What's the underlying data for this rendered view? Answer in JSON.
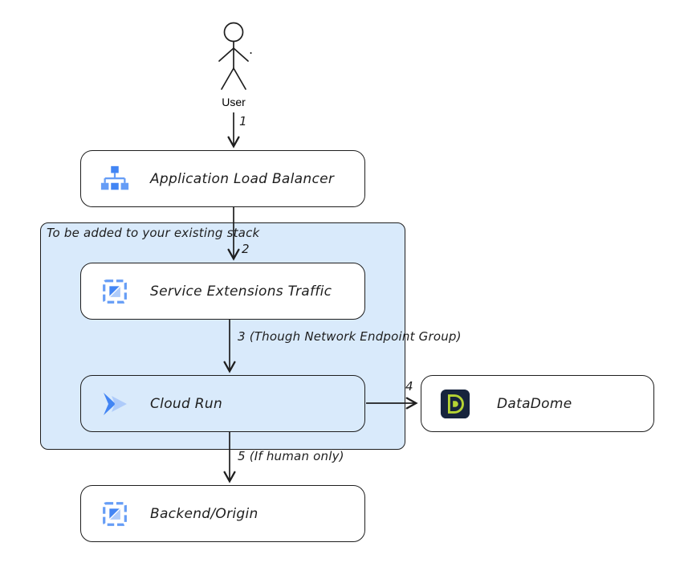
{
  "actor": {
    "label": "User",
    "dot": "."
  },
  "container": {
    "label": "To be added to your existing stack"
  },
  "nodes": {
    "alb": {
      "label": "Application Load Balancer",
      "icon": "load-balancer-icon"
    },
    "svcext": {
      "label": "Service Extensions Traffic",
      "icon": "chip-icon"
    },
    "cloudrun": {
      "label": "Cloud Run",
      "icon": "cloud-run-icon"
    },
    "datadome": {
      "label": "DataDome",
      "icon": "datadome-icon"
    },
    "backend": {
      "label": "Backend/Origin",
      "icon": "chip-icon"
    }
  },
  "edges": {
    "e1": {
      "label": "1"
    },
    "e2": {
      "label": "2"
    },
    "e3": {
      "label": "3 (Though Network Endpoint Group)"
    },
    "e4": {
      "label": "4"
    },
    "e5": {
      "label": "5 (If human only)"
    }
  },
  "colors": {
    "stroke": "#1e1e1e",
    "container_fill": "#d9eafb",
    "icon_blue": "#4285f4",
    "icon_blue_light": "#aecbfa",
    "icon_blue_mid": "#669df6",
    "datadome_bg": "#17243d",
    "datadome_green": "#b6d433"
  }
}
